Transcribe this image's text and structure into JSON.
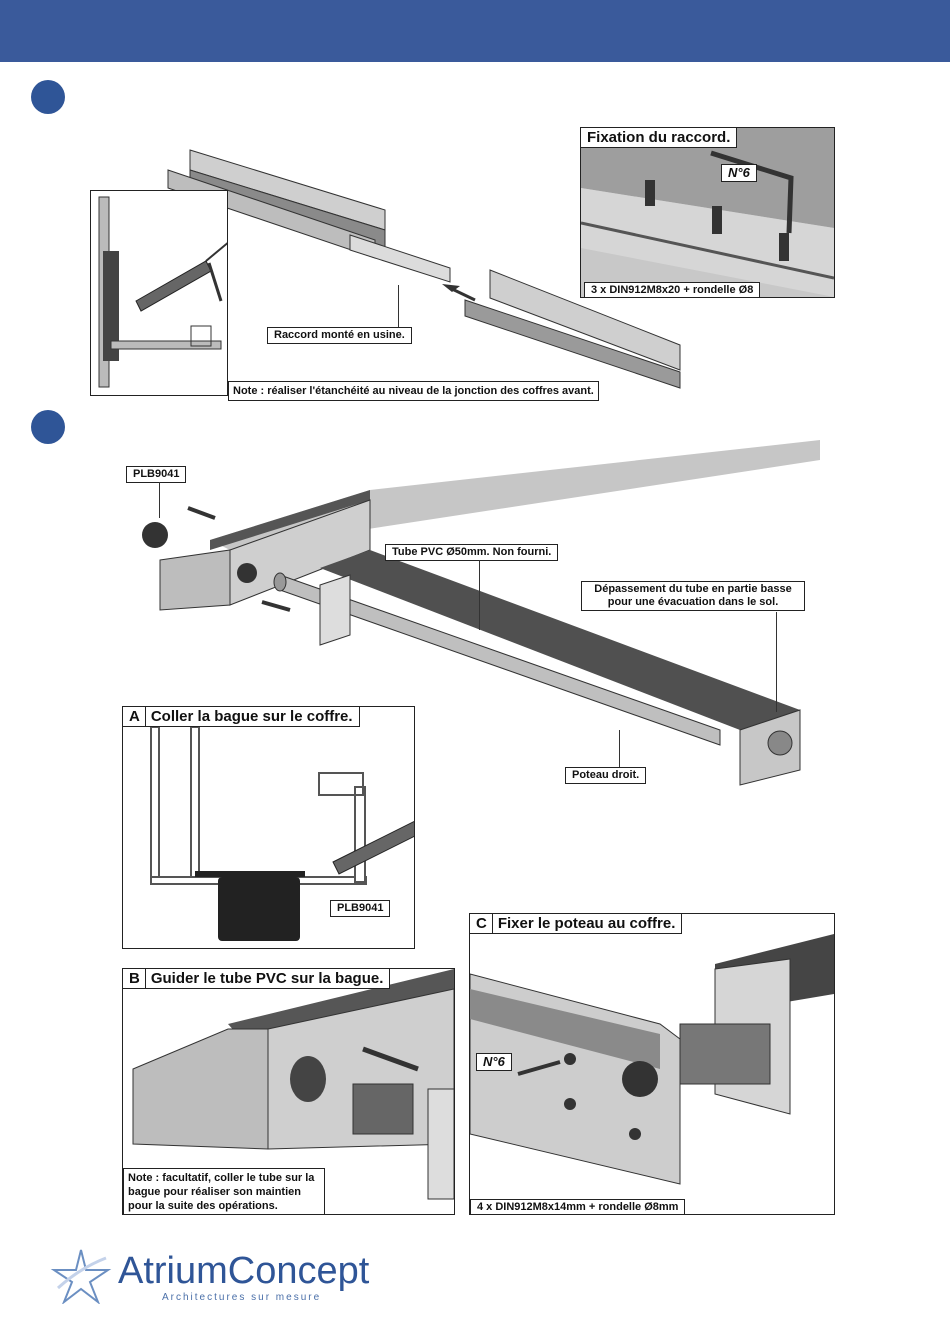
{
  "colors": {
    "header_band": "#3a5a9b",
    "step_dot": "#2f5597",
    "metal_light": "#d4d4d4",
    "metal_dark": "#5c5c5c"
  },
  "step1": {
    "detail_title": "Fixation du raccord.",
    "tool_label": "N°6",
    "screws_caption": "3 x DIN912M8x20 + rondelle Ø8",
    "factory_label": "Raccord monté en usine.",
    "note": "Note : réaliser l'étanchéité au niveau de la jonction des coffres avant."
  },
  "step2": {
    "part_label": "PLB9041",
    "tube_label": "Tube PVC Ø50mm. Non fourni.",
    "overflow_label": "Dépassement du tube en partie basse pour une évacuation dans le sol.",
    "post_label": "Poteau droit.",
    "panel_a": {
      "letter": "A",
      "title": "Coller la bague sur le coffre.",
      "part_label": "PLB9041"
    },
    "panel_b": {
      "letter": "B",
      "title": "Guider le tube PVC sur la bague.",
      "note": "Note : facultatif, coller le tube sur la bague pour réaliser son maintien pour la suite des opérations."
    },
    "panel_c": {
      "letter": "C",
      "title": "Fixer le poteau au coffre.",
      "tool_label": "N°6",
      "screws_caption": "4 x DIN912M8x14mm + rondelle Ø8mm"
    }
  },
  "footer": {
    "brand_name": "AtriumConcept",
    "tagline": "Architectures sur mesure"
  }
}
